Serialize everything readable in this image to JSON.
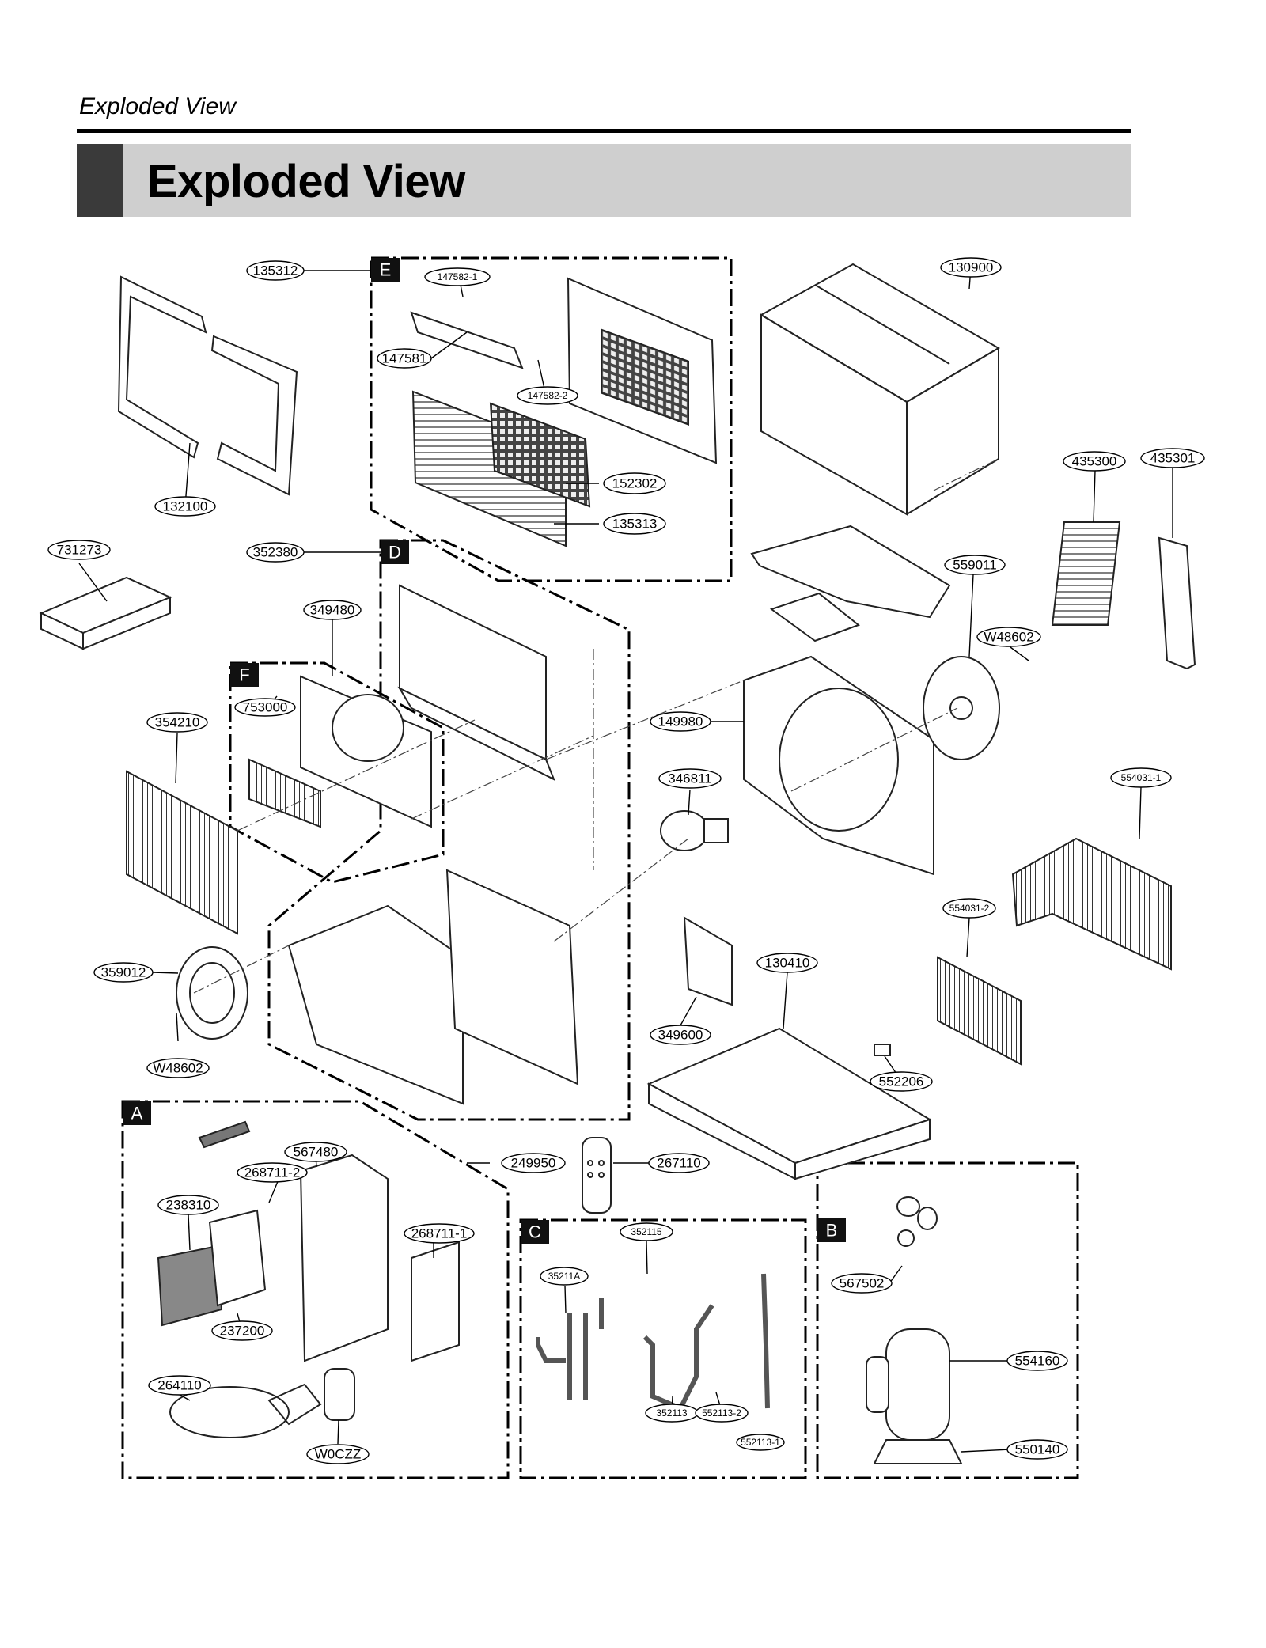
{
  "header": {
    "running_title": "Exploded View",
    "section_title": "Exploded View"
  },
  "sections": [
    "E",
    "D",
    "F",
    "A",
    "C",
    "B"
  ],
  "part_labels": {
    "p135312": "135312",
    "p147582_1": "147582-1",
    "p147581": "147581",
    "p147582_2": "147582-2",
    "p152302": "152302",
    "p135313": "135313",
    "p130900": "130900",
    "p132100": "132100",
    "p435300": "435300",
    "p435301": "435301",
    "p731273": "731273",
    "p352380": "352380",
    "p559011": "559011",
    "p349480": "349480",
    "p753000": "753000",
    "pW48602a": "W48602",
    "p354210": "354210",
    "p149980": "149980",
    "p346811": "346811",
    "p554031_1": "554031-1",
    "p554031_2": "554031-2",
    "p359012": "359012",
    "p130410": "130410",
    "p349600": "349600",
    "pW48602b": "W48602",
    "p552206": "552206",
    "p567480": "567480",
    "p249950": "249950",
    "p267110": "267110",
    "p268711_2": "268711-2",
    "p238310": "238310",
    "p268711_1": "268711-1",
    "p237200": "237200",
    "p264110": "264110",
    "pW0CZZ": "W0CZZ",
    "p352115": "352115",
    "p35211A": "35211A",
    "p352113": "352113",
    "p552113_2": "552113-2",
    "p552113_1": "552113-1",
    "p567502": "567502",
    "p554160": "554160",
    "p550140": "550140"
  }
}
